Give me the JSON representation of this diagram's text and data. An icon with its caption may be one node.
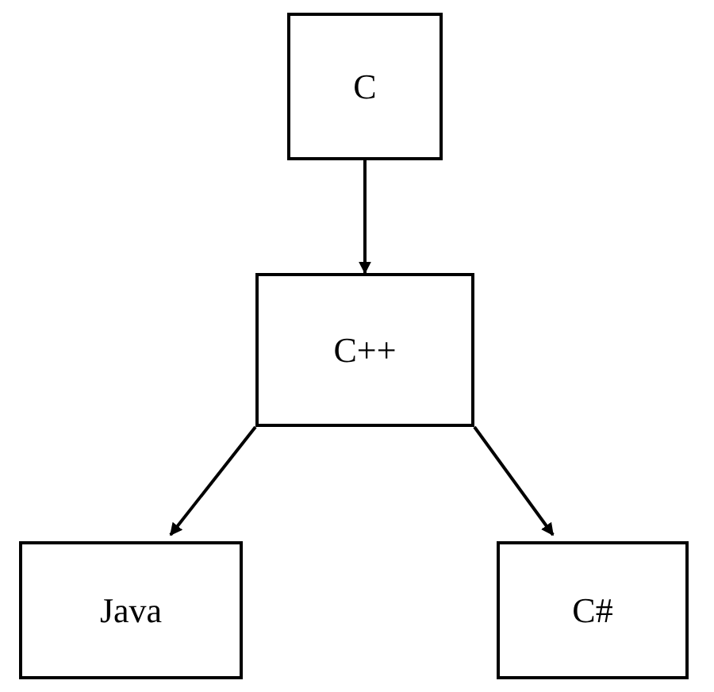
{
  "diagram": {
    "nodes": [
      {
        "text": [
          "C"
        ]
      },
      {
        "text": [
          "C++"
        ]
      },
      {
        "text": [
          "Java"
        ]
      },
      {
        "text": [
          "C#"
        ]
      }
    ],
    "edges": [
      {
        "from": 0,
        "to": 1,
        "arrow": "to"
      },
      {
        "from": 1,
        "to": 2,
        "arrow": "to"
      },
      {
        "from": 1,
        "to": 3,
        "arrow": "to"
      }
    ]
  }
}
